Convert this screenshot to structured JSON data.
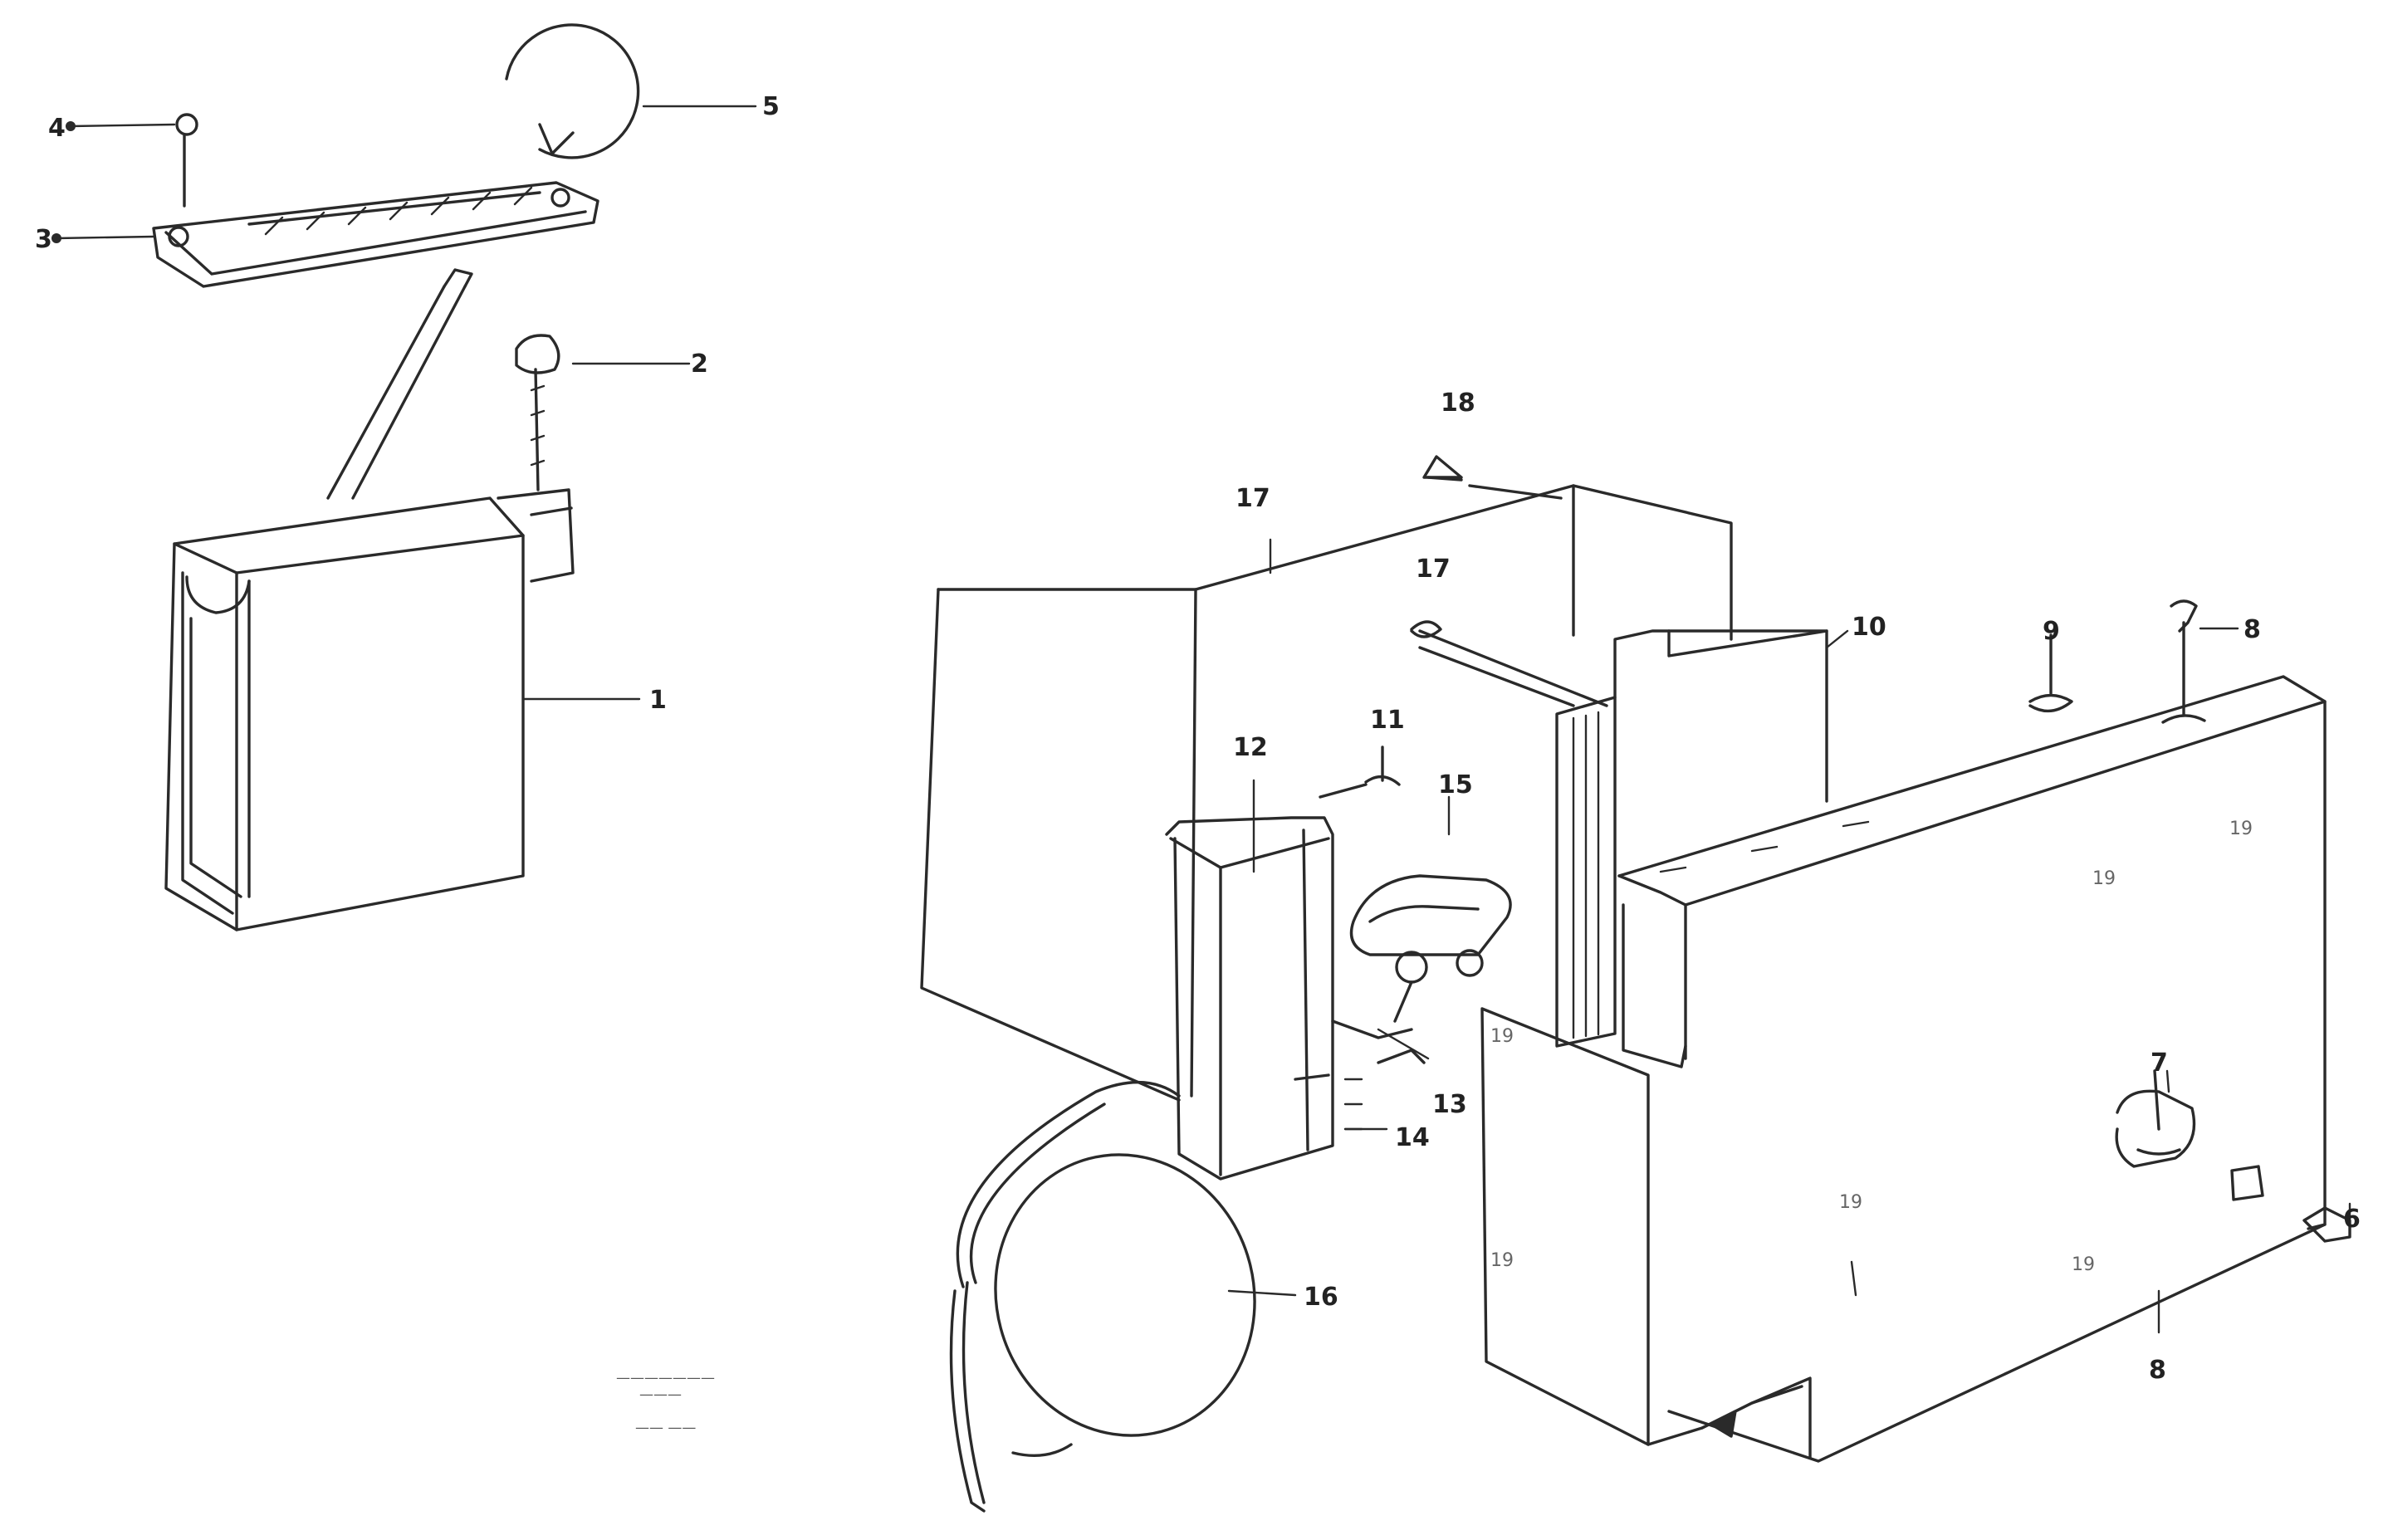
{
  "diagram": {
    "callouts": {
      "c1": "1",
      "c2": "2",
      "c3": "3",
      "c4": "4",
      "c5": "5",
      "c6": "6",
      "c7": "7",
      "c8a": "8",
      "c8b": "8",
      "c9": "9",
      "c10": "10",
      "c11": "11",
      "c12": "12",
      "c13": "13",
      "c14": "14",
      "c15": "15",
      "c16": "16",
      "c17a": "17",
      "c17b": "17",
      "c18": "18"
    },
    "face_marks": {
      "m19a": "19",
      "m19b": "19",
      "m19c": "19",
      "m19d": "19",
      "m19e": "19",
      "m19f": "19"
    },
    "stamp": {
      "line1": "———————",
      "line2": "———",
      "line3": "—— ——"
    }
  }
}
